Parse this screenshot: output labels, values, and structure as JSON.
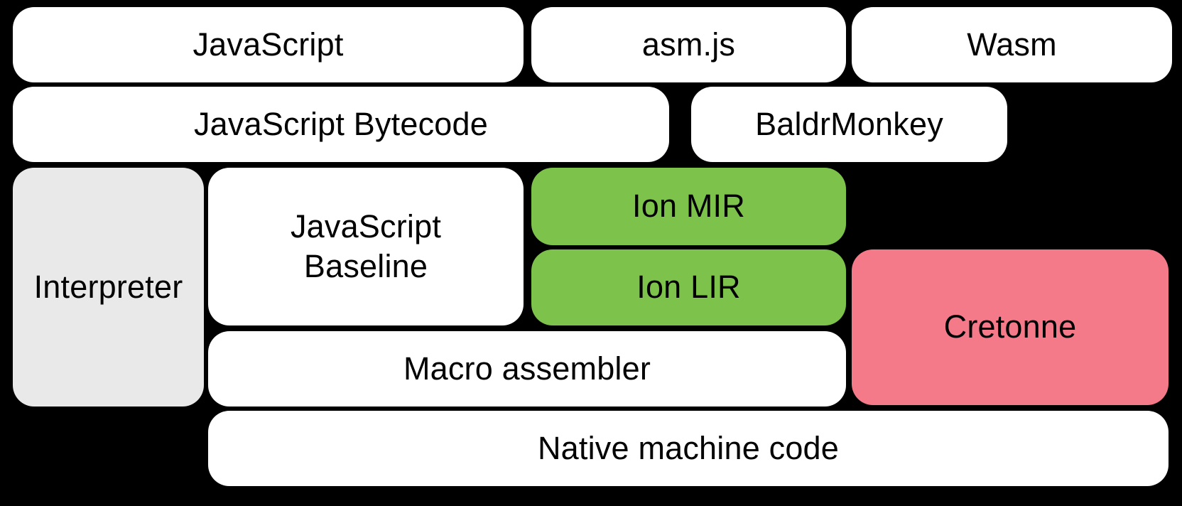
{
  "diagram": {
    "background_color": "#000000",
    "text_color": "#000000",
    "colors": {
      "node_default": "#FFFFFF",
      "node_interpreter": "#E9E9E9",
      "node_ion_green": "#7CC24B",
      "node_cretonne_pink": "#F47A8A"
    },
    "nodes": [
      {
        "id": "javascript",
        "label": "JavaScript",
        "color": "#FFFFFF"
      },
      {
        "id": "asm-js",
        "label": "asm.js",
        "color": "#FFFFFF"
      },
      {
        "id": "wasm",
        "label": "Wasm",
        "color": "#FFFFFF"
      },
      {
        "id": "javascript-bytecode",
        "label": "JavaScript Bytecode",
        "color": "#FFFFFF"
      },
      {
        "id": "baldrmonkey",
        "label": "BaldrMonkey",
        "color": "#FFFFFF"
      },
      {
        "id": "interpreter",
        "label": "Interpreter",
        "color": "#E9E9E9"
      },
      {
        "id": "javascript-baseline",
        "label": "JavaScript\nBaseline",
        "color": "#FFFFFF"
      },
      {
        "id": "ion-mir",
        "label": "Ion MIR",
        "color": "#7CC24B"
      },
      {
        "id": "ion-lir",
        "label": "Ion LIR",
        "color": "#7CC24B"
      },
      {
        "id": "cretonne",
        "label": "Cretonne",
        "color": "#F47A8A"
      },
      {
        "id": "macro-assembler",
        "label": "Macro assembler",
        "color": "#FFFFFF"
      },
      {
        "id": "native-machine-code",
        "label": "Native machine code",
        "color": "#FFFFFF"
      }
    ]
  }
}
